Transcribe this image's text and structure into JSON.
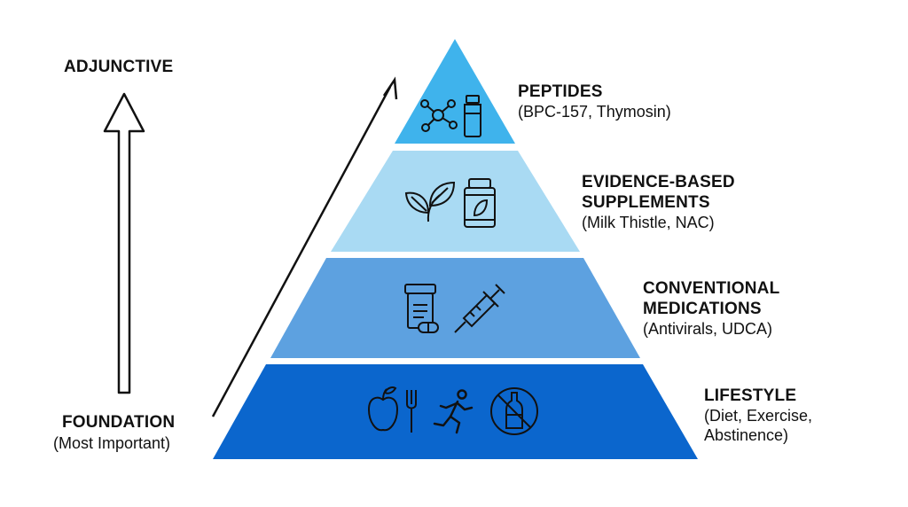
{
  "axis": {
    "top_label": "ADJUNCTIVE",
    "bottom_label": "FOUNDATION",
    "bottom_note": "(Most Important)"
  },
  "tiers": [
    {
      "key": "peptides",
      "title_lines": [
        "PEPTIDES"
      ],
      "detail_lines": [
        "(BPC-157, Thymosin)"
      ],
      "color": "#3fb3ec",
      "icons": [
        "molecule-icon",
        "vial-icon"
      ]
    },
    {
      "key": "supplements",
      "title_lines": [
        "EVIDENCE-BASED",
        "SUPPLEMENTS"
      ],
      "detail_lines": [
        "(Milk Thistle, NAC)"
      ],
      "color": "#a9daf3",
      "icons": [
        "leaves-icon",
        "supplement-jar-icon"
      ]
    },
    {
      "key": "medications",
      "title_lines": [
        "CONVENTIONAL",
        "MEDICATIONS"
      ],
      "detail_lines": [
        "(Antivirals, UDCA)"
      ],
      "color": "#5da1e0",
      "icons": [
        "pill-bottle-icon",
        "syringe-icon"
      ]
    },
    {
      "key": "lifestyle",
      "title_lines": [
        "LIFESTYLE"
      ],
      "detail_lines": [
        "(Diet, Exercise,",
        "Abstinence)"
      ],
      "color": "#0b66cd",
      "icons": [
        "apple-icon",
        "fork-icon",
        "runner-icon",
        "no-alcohol-icon"
      ]
    }
  ]
}
